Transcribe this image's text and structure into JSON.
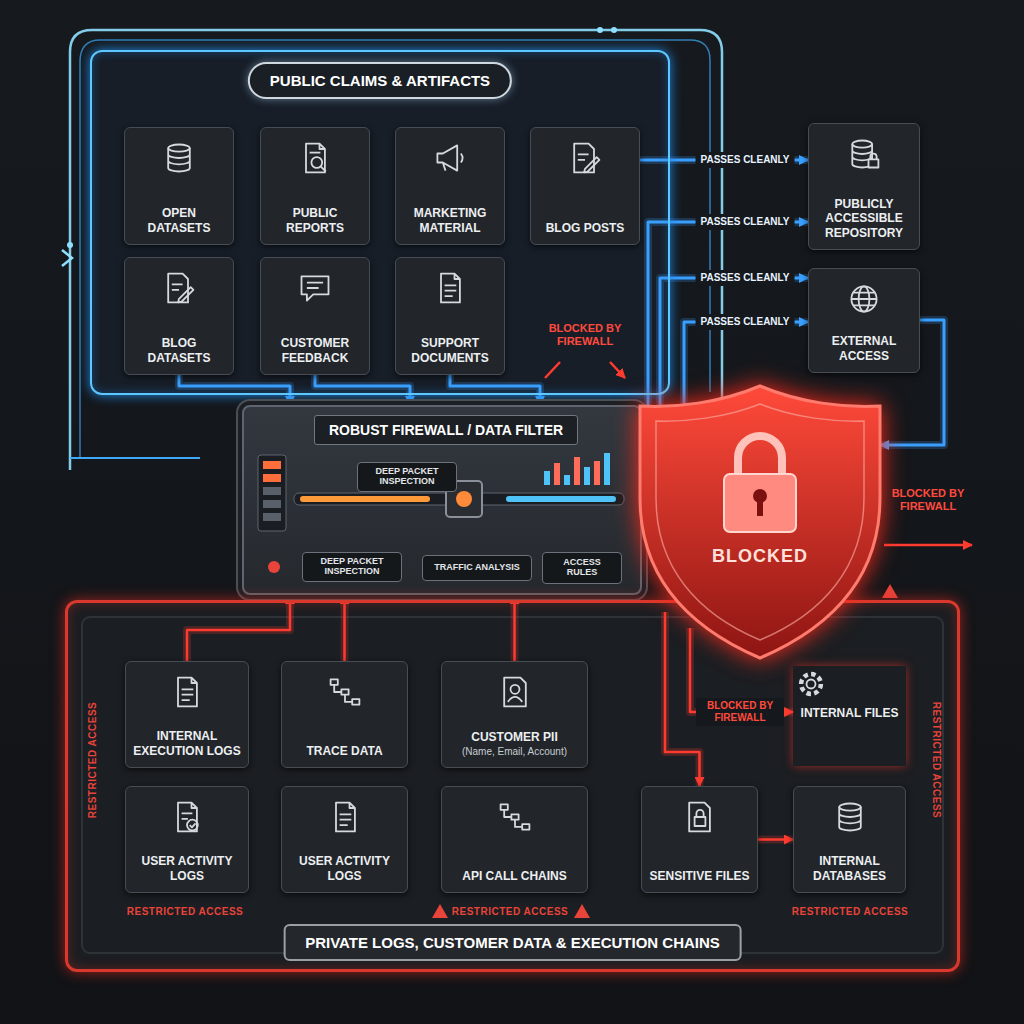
{
  "diagram": {
    "nodes": [
      {
        "text": [
          "PUBLIC CLAIMS & ARTIFACTS"
        ]
      },
      {
        "text": [
          "OPEN DATASETS"
        ],
        "in": 0
      },
      {
        "text": [
          "PUBLIC REPORTS"
        ],
        "in": 0
      },
      {
        "text": [
          "MARKETING MATERIAL"
        ],
        "in": 0
      },
      {
        "text": [
          "BLOG POSTS"
        ],
        "in": 0
      },
      {
        "text": [
          "BLOG DATASETS"
        ],
        "in": 0
      },
      {
        "text": [
          "CUSTOMER FEEDBACK"
        ],
        "in": 0
      },
      {
        "text": [
          "SUPPORT DOCUMENTS"
        ],
        "in": 0
      },
      {
        "text": [
          "PUBLICLY ACCESSIBLE REPOSITORY"
        ]
      },
      {
        "text": [
          "EXTERNAL ACCESS"
        ]
      },
      {
        "text": [
          "ROBUST FIREWALL / DATA FILTER"
        ]
      },
      {
        "text": [
          "DEEP PACKET INSPECTION"
        ],
        "in": 10
      },
      {
        "text": [
          "DEEP PACKET INSPECTION"
        ],
        "in": 10
      },
      {
        "text": [
          "TRAFFIC ANALYSIS"
        ],
        "in": 10
      },
      {
        "text": [
          "ACCESS RULES"
        ],
        "in": 10
      },
      {
        "text": [
          "BLOCKED"
        ]
      },
      {
        "text": [
          "PRIVATE LOGS, CUSTOMER DATA & EXECUTION CHAINS"
        ]
      },
      {
        "text": [
          "INTERNAL EXECUTION LOGS"
        ],
        "in": 16
      },
      {
        "text": [
          "TRACE DATA"
        ],
        "in": 16
      },
      {
        "text": [
          "CUSTOMER PII",
          "(Name, Email, Account)"
        ],
        "in": 16
      },
      {
        "text": [
          "INTERNAL FILES"
        ],
        "in": 16
      },
      {
        "text": [
          "USER ACTIVITY LOGS"
        ],
        "in": 16
      },
      {
        "text": [
          "USER ACTIVITY LOGS"
        ],
        "in": 16
      },
      {
        "text": [
          "API CALL CHAINS"
        ],
        "in": 16
      },
      {
        "text": [
          "SENSITIVE FILES"
        ],
        "in": 16
      },
      {
        "text": [
          "INTERNAL DATABASES"
        ],
        "in": 16
      }
    ],
    "edges": [
      {
        "from": 4,
        "to": 8,
        "arrow": "to",
        "label": "PASSES CLEANLY"
      },
      {
        "from": 15,
        "to": 8,
        "arrow": "to",
        "label": "PASSES CLEANLY"
      },
      {
        "from": 15,
        "to": 9,
        "arrow": "to",
        "label": "PASSES CLEANLY"
      },
      {
        "from": 15,
        "to": 9,
        "arrow": "to",
        "label": "PASSES CLEANLY"
      },
      {
        "from": 9,
        "to": 15,
        "arrow": "to"
      },
      {
        "from": 5,
        "to": 10,
        "arrow": "to"
      },
      {
        "from": 6,
        "to": 10,
        "arrow": "to"
      },
      {
        "from": 7,
        "to": 10,
        "arrow": "to"
      },
      {
        "from": 17,
        "to": 10,
        "arrow": "to"
      },
      {
        "from": 18,
        "to": 10,
        "arrow": "to"
      },
      {
        "from": 19,
        "to": 10,
        "arrow": "to"
      },
      {
        "from": 15,
        "to": 20,
        "arrow": "to",
        "label": "BLOCKED BY FIREWALL"
      },
      {
        "from": 15,
        "to": 24,
        "arrow": "to"
      },
      {
        "from": 24,
        "to": 25,
        "arrow": "to"
      }
    ],
    "labels": [
      "BLOCKED BY FIREWALL",
      "BLOCKED BY FIREWALL",
      "RESTRICTED ACCESS",
      "RESTRICTED ACCESS",
      "RESTRICTED ACCESS",
      "RESTRICTED ACCESS",
      "RESTRICTED ACCESS"
    ]
  }
}
